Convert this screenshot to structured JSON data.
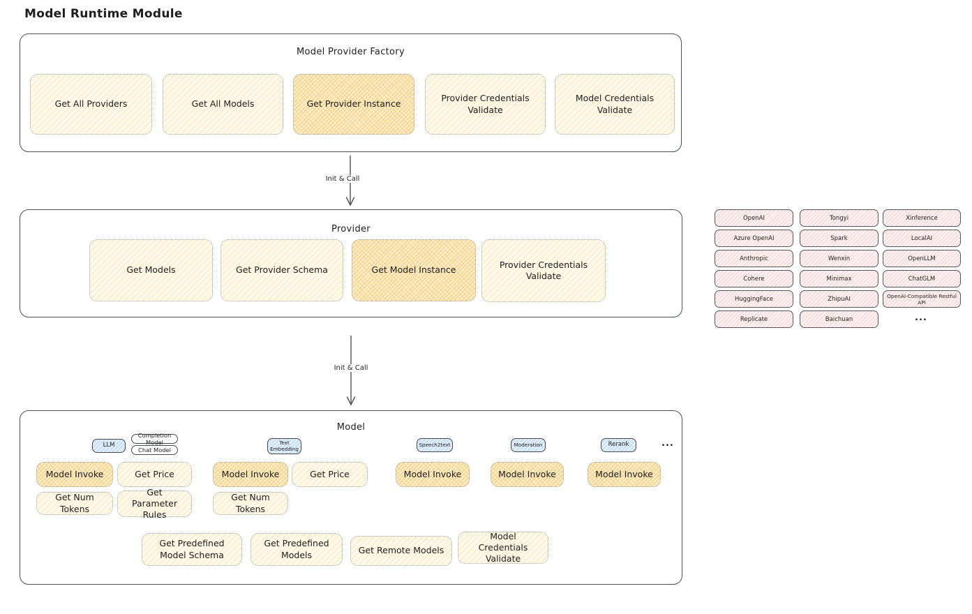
{
  "page_title": "Model Runtime Module",
  "flow": {
    "arrow1_label": "Init & Call",
    "arrow2_label": "Init & Call"
  },
  "factory": {
    "title": "Model Provider Factory",
    "items": [
      {
        "label": "Get All Providers",
        "highlight": false
      },
      {
        "label": "Get All Models",
        "highlight": false
      },
      {
        "label": "Get Provider Instance",
        "highlight": true
      },
      {
        "label": "Provider Credentials Validate",
        "highlight": false
      },
      {
        "label": "Model Credentials Validate",
        "highlight": false
      }
    ]
  },
  "provider": {
    "title": "Provider",
    "items": [
      {
        "label": "Get Models",
        "highlight": false
      },
      {
        "label": "Get Provider Schema",
        "highlight": false
      },
      {
        "label": "Get Model Instance",
        "highlight": true
      },
      {
        "label": "Provider Credentials Validate",
        "highlight": false
      }
    ]
  },
  "providers_grid": {
    "col1": [
      "OpenAI",
      "Azure OpenAI",
      "Anthropic",
      "Cohere",
      "HuggingFace",
      "Replicate"
    ],
    "col2": [
      "Tongyi",
      "Spark",
      "Wenxin",
      "Minimax",
      "ZhipuAI",
      "Baichuan"
    ],
    "col3": [
      "Xinference",
      "LocalAI",
      "OpenLLM",
      "ChatGLM",
      "OpenAI-Compatible Restful API"
    ],
    "more": "..."
  },
  "model": {
    "title": "Model",
    "tabs": {
      "llm": "LLM",
      "completion": "Completion Model",
      "chat": "Chat Model",
      "text_embedding": "Text Embedding",
      "speech2text": "Speech2text",
      "moderation": "Moderation",
      "rerank": "Rerank",
      "more": "..."
    },
    "ops": {
      "llm": [
        {
          "label": "Model Invoke",
          "highlight": true
        },
        {
          "label": "Get Price",
          "highlight": false
        },
        {
          "label": "Get Num Tokens",
          "highlight": false
        },
        {
          "label": "Get Parameter Rules",
          "highlight": false
        }
      ],
      "text_embedding": [
        {
          "label": "Model Invoke",
          "highlight": true
        },
        {
          "label": "Get Price",
          "highlight": false
        },
        {
          "label": "Get Num Tokens",
          "highlight": false
        }
      ],
      "speech2text": [
        {
          "label": "Model Invoke",
          "highlight": true
        }
      ],
      "moderation": [
        {
          "label": "Model Invoke",
          "highlight": true
        }
      ],
      "rerank": [
        {
          "label": "Model Invoke",
          "highlight": true
        }
      ]
    },
    "bottom": [
      {
        "label": "Get Predefined Model Schema"
      },
      {
        "label": "Get Predefined Models"
      },
      {
        "label": "Get Remote Models"
      },
      {
        "label": "Model Credentials Validate"
      }
    ]
  },
  "colors": {
    "cream_fill": "#fdf9e9",
    "highlight_fill": "#fbeec9",
    "highlight_hatch": "#f2b24a",
    "pink_fill": "#fdf1f1",
    "pink_hatch": "#eb9696",
    "blue_fill": "#e2effa",
    "frame_border": "#494e54",
    "text": "#1e1e1e"
  }
}
